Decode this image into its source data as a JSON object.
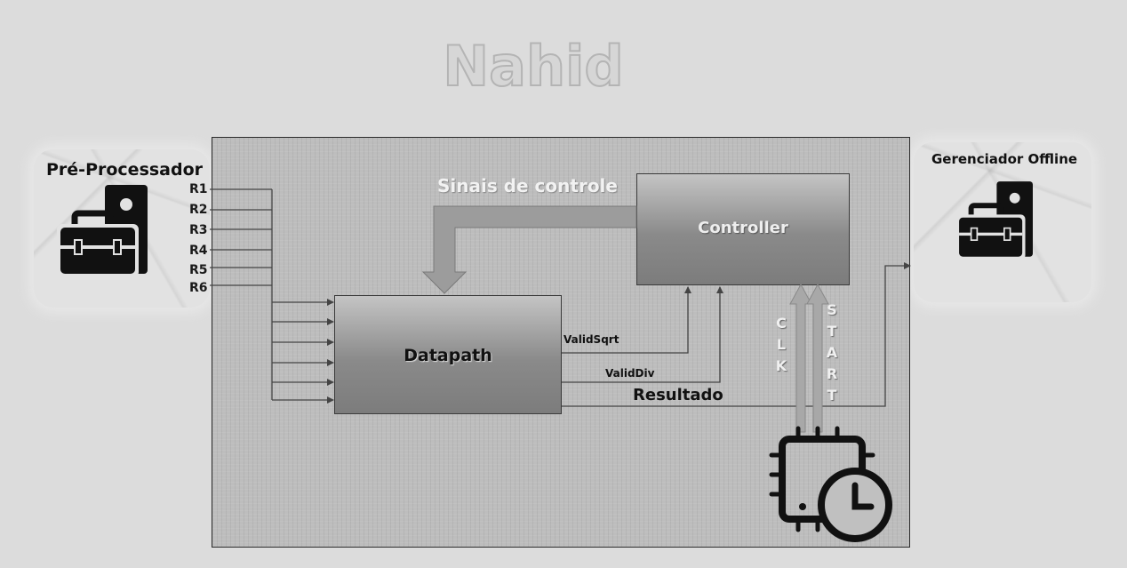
{
  "title": "Nahid",
  "left_card": {
    "label": "Pré-Processador",
    "icon": "toolbox-server-icon"
  },
  "right_card": {
    "label": "Gerenciador Offline",
    "icon": "toolbox-server-icon"
  },
  "registers": [
    "R1",
    "R2",
    "R3",
    "R4",
    "R5",
    "R6"
  ],
  "blocks": {
    "controller": "Controller",
    "datapath": "Datapath"
  },
  "signals": {
    "control": "Sinais de controle",
    "valid_sqrt": "ValidSqrt",
    "valid_div": "ValidDiv",
    "result": "Resultado",
    "clk": "CLK",
    "start": "START"
  },
  "clock_icon": "chip-clock-icon",
  "colors": {
    "background": "#dcdcdc",
    "panel": "#bdbdbd",
    "lines": "#444444",
    "arrows_light": "#a9a9a9"
  }
}
